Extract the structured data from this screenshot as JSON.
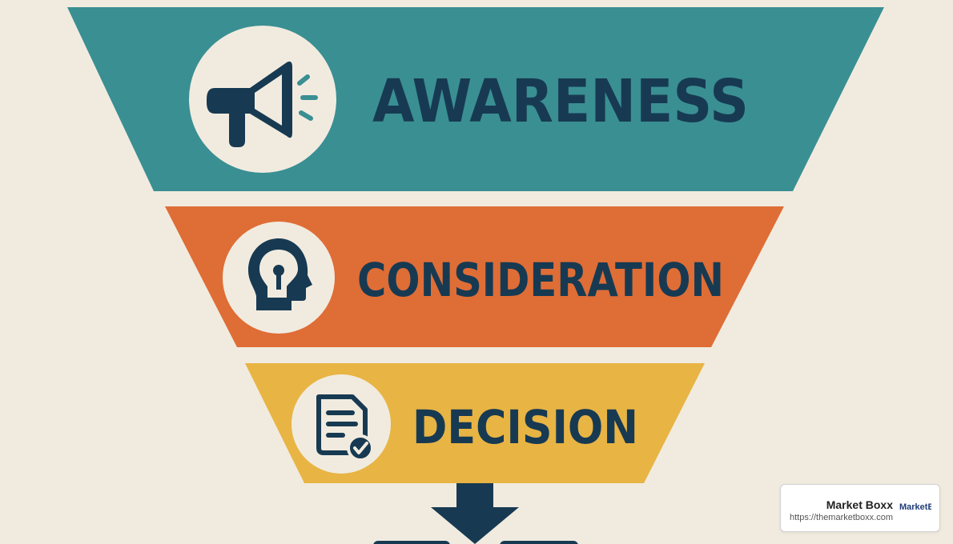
{
  "stages": [
    {
      "label": "AWARENESS",
      "icon": "megaphone-icon",
      "color": "#3a8f93"
    },
    {
      "label": "CONSIDERATION",
      "icon": "head-lightbulb-icon",
      "color": "#df6d36"
    },
    {
      "label": "DECISION",
      "icon": "checked-document-icon",
      "color": "#e8b444"
    }
  ],
  "ink_color": "#173a52",
  "background_color": "#f1ebdf",
  "source_card": {
    "name": "Market Boxx",
    "url": "https://themarketboxx.com",
    "logo_text": "MarketBoxx"
  }
}
